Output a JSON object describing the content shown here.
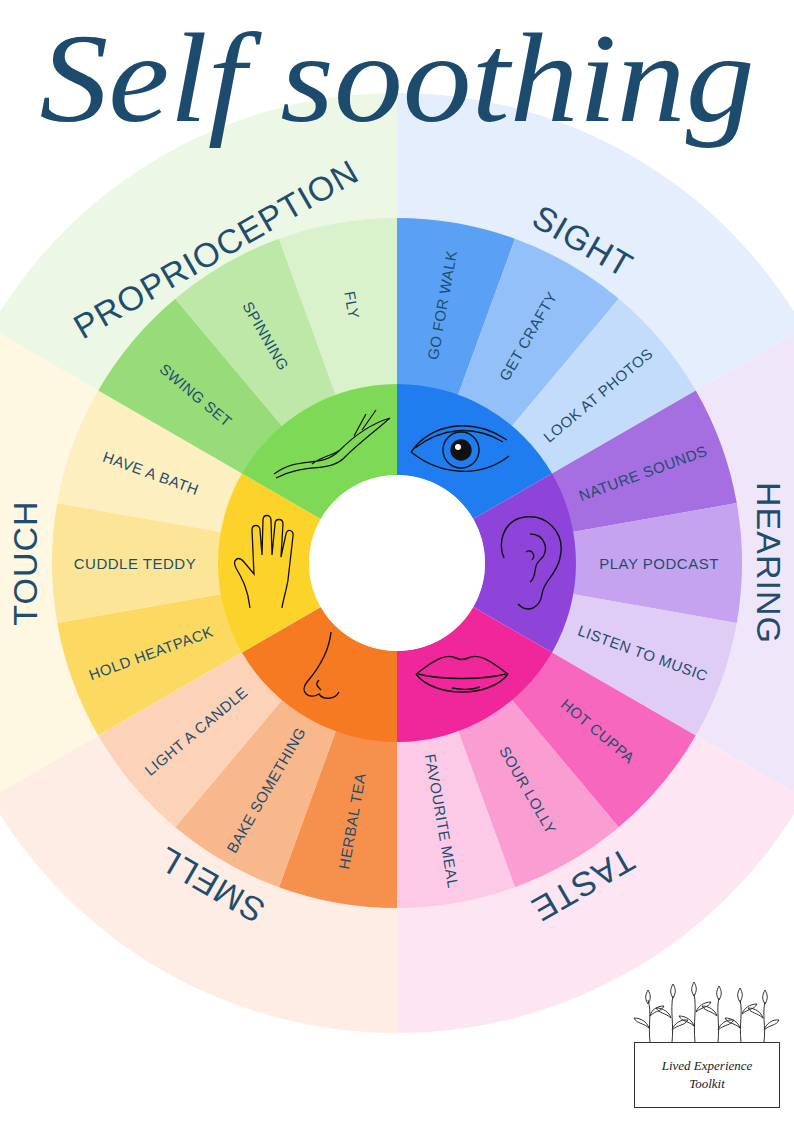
{
  "diagram": {
    "title": "Self soothing",
    "nodes": [
      {
        "text": [
          "SIGHT"
        ]
      },
      {
        "text": [
          "GO FOR WALK"
        ],
        "in": 0
      },
      {
        "text": [
          "GET CRAFTY"
        ],
        "in": 0
      },
      {
        "text": [
          "LOOK AT PHOTOS"
        ],
        "in": 0
      },
      {
        "text": [
          "HEARING"
        ]
      },
      {
        "text": [
          "NATURE SOUNDS"
        ],
        "in": 4
      },
      {
        "text": [
          "PLAY PODCAST"
        ],
        "in": 4
      },
      {
        "text": [
          "LISTEN TO MUSIC"
        ],
        "in": 4
      },
      {
        "text": [
          "TASTE"
        ]
      },
      {
        "text": [
          "HOT CUPPA"
        ],
        "in": 8
      },
      {
        "text": [
          "SOUR LOLLY"
        ],
        "in": 8
      },
      {
        "text": [
          "FAVOURITE MEAL"
        ],
        "in": 8
      },
      {
        "text": [
          "SMELL"
        ]
      },
      {
        "text": [
          "HERBAL TEA"
        ],
        "in": 12
      },
      {
        "text": [
          "BAKE SOMETHING"
        ],
        "in": 12
      },
      {
        "text": [
          "LIGHT A CANDLE"
        ],
        "in": 12
      },
      {
        "text": [
          "TOUCH"
        ]
      },
      {
        "text": [
          "HOLD HEATPACK"
        ],
        "in": 16
      },
      {
        "text": [
          "CUDDLE TEDDY"
        ],
        "in": 16
      },
      {
        "text": [
          "HAVE A BATH"
        ],
        "in": 16
      },
      {
        "text": [
          "PROPRIOCEPTION"
        ]
      },
      {
        "text": [
          "SWING SET"
        ],
        "in": 20
      },
      {
        "text": [
          "SPINNING"
        ],
        "in": 20
      },
      {
        "text": [
          "FLY"
        ],
        "in": 20
      },
      {
        "text": [
          "Lived Experience Toolkit"
        ]
      }
    ]
  }
}
